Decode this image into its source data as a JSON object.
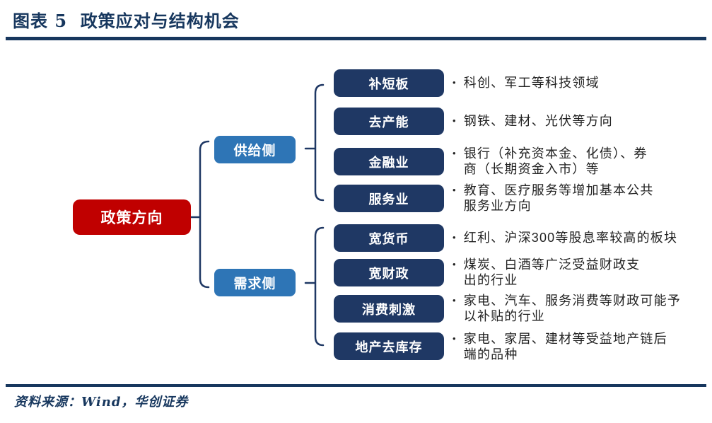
{
  "header": {
    "title": "图表 5  政策应对与结构机会"
  },
  "footer": {
    "source": "资料来源：Wind，华创证券"
  },
  "glyphs": {
    "bullet": "•"
  },
  "colors": {
    "title_navy": "#17375E",
    "root_red": "#C00000",
    "branch_blue": "#2E75B6",
    "leaf_navy": "#1F3864",
    "note_text": "#222222",
    "background": "#FFFFFF"
  },
  "tree": {
    "root": {
      "label": "政策方向"
    },
    "branches": [
      {
        "label": "供给侧",
        "children": [
          {
            "label": "补短板",
            "note": "科创、军工等科技领域"
          },
          {
            "label": "去产能",
            "note": "钢铁、建材、光伏等方向"
          },
          {
            "label": "金融业",
            "note": "银行（补充资本金、化债）、券\n商（长期资金入市）等"
          },
          {
            "label": "服务业",
            "note": "教育、医疗服务等增加基本公共\n服务业方向"
          }
        ]
      },
      {
        "label": "需求侧",
        "children": [
          {
            "label": "宽货币",
            "note": "红利、沪深300等股息率较高的板块"
          },
          {
            "label": "宽财政",
            "note": "煤炭、白酒等广泛受益财政支\n出的行业"
          },
          {
            "label": "消费刺激",
            "note": "家电、汽车、服务消费等财政可能予\n以补贴的行业"
          },
          {
            "label": "地产去库存",
            "note": "家电、家居、建材等受益地产链后\n端的品种"
          }
        ]
      }
    ]
  }
}
